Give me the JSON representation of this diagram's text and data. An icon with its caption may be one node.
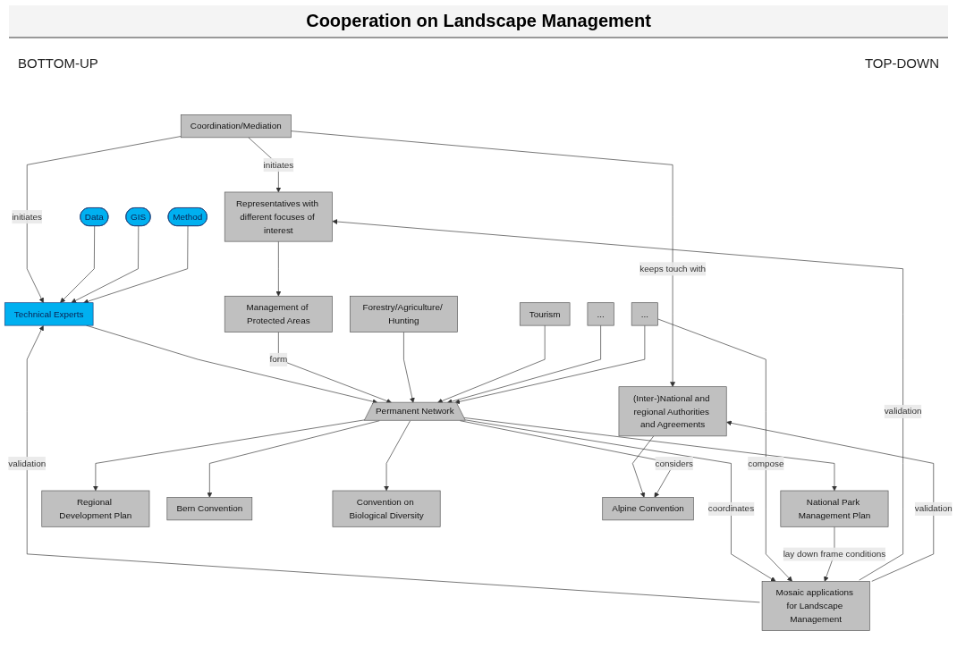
{
  "diagram": {
    "title": "Cooperation on Landscape Management",
    "nodes": [
      {
        "text": [
          "Coordination/Mediation"
        ]
      },
      {
        "text": [
          "Representatives with different focuses of interest"
        ]
      },
      {
        "text": [
          "Technical Experts"
        ]
      },
      {
        "text": [
          "Data"
        ]
      },
      {
        "text": [
          "GIS"
        ]
      },
      {
        "text": [
          "Method"
        ]
      },
      {
        "text": [
          "(Inter-)National and regional Authorities and Agreements"
        ]
      },
      {
        "text": [
          "Management of Protected Areas"
        ]
      },
      {
        "text": [
          "Forestry/Agriculture/ Hunting"
        ]
      },
      {
        "text": [
          "Tourism"
        ]
      },
      {
        "text": [
          "..."
        ]
      },
      {
        "text": [
          "..."
        ]
      },
      {
        "text": [
          "Permanent Network"
        ]
      },
      {
        "text": [
          "Alpine Convention"
        ]
      },
      {
        "text": [
          "Convention on Biological Diversity"
        ]
      },
      {
        "text": [
          "Bern Convention"
        ]
      },
      {
        "text": [
          "Regional Development Plan"
        ]
      },
      {
        "text": [
          "National Park Management Plan"
        ]
      },
      {
        "text": [
          "Mosaic applications for Landscape Management"
        ]
      }
    ],
    "edges": [
      {
        "from": 0,
        "to": 1,
        "arrow": "to",
        "label": "initiates"
      },
      {
        "from": 0,
        "to": 2,
        "arrow": "to",
        "label": "initiates"
      },
      {
        "from": 0,
        "to": 6,
        "arrow": "to",
        "label": "keeps touch with"
      },
      {
        "from": 3,
        "to": 2,
        "arrow": "to"
      },
      {
        "from": 4,
        "to": 2,
        "arrow": "to"
      },
      {
        "from": 5,
        "to": 2,
        "arrow": "to"
      },
      {
        "from": 1,
        "to": 7,
        "arrow": "to"
      },
      {
        "from": 6,
        "to": 13,
        "arrow": "to"
      },
      {
        "from": 2,
        "to": 12,
        "arrow": "to"
      },
      {
        "from": 7,
        "to": 12,
        "arrow": "to",
        "label": "form"
      },
      {
        "from": 8,
        "to": 12,
        "arrow": "to"
      },
      {
        "from": 9,
        "to": 12,
        "arrow": "to"
      },
      {
        "from": 10,
        "to": 12,
        "arrow": "to"
      },
      {
        "from": 11,
        "to": 12,
        "arrow": "to"
      },
      {
        "from": 12,
        "to": 13,
        "arrow": "to",
        "label": "considers"
      },
      {
        "from": 12,
        "to": 14,
        "arrow": "to"
      },
      {
        "from": 12,
        "to": 15,
        "arrow": "to"
      },
      {
        "from": 12,
        "to": 16,
        "arrow": "to"
      },
      {
        "from": 12,
        "to": 17,
        "arrow": "to"
      },
      {
        "from": 18,
        "to": 2,
        "arrow": "to",
        "label": "validation"
      },
      {
        "from": 12,
        "to": 18,
        "arrow": "to",
        "label": "coordinates"
      },
      {
        "from": 11,
        "to": 18,
        "arrow": "to",
        "label": "compose"
      },
      {
        "from": 17,
        "to": 18,
        "arrow": "to",
        "label": "lay down frame conditions"
      },
      {
        "from": 18,
        "to": 1,
        "arrow": "to",
        "label": "validation"
      },
      {
        "from": 18,
        "to": 6,
        "arrow": "to",
        "label": "validation"
      }
    ],
    "labels": [
      "BOTTOM-UP",
      "TOP-DOWN"
    ]
  }
}
